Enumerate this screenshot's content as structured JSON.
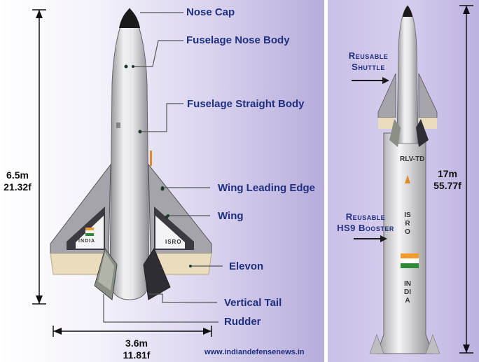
{
  "labels": {
    "nose_cap": "Nose Cap",
    "fuselage_nose_body": "Fuselage Nose Body",
    "fuselage_straight_body": "Fuselage Straight Body",
    "wing_leading_edge": "Wing Leading Edge",
    "wing": "Wing",
    "elevon": "Elevon",
    "vertical_tail": "Vertical Tail",
    "rudder": "Rudder"
  },
  "dimensions": {
    "shuttle_height_m": "6.5m",
    "shuttle_height_f": "21.32f",
    "shuttle_width_m": "3.6m",
    "shuttle_width_f": "11.81f",
    "stack_height_m": "17m",
    "stack_height_f": "55.77f"
  },
  "stack_labels": {
    "reusable_1": "Reusable",
    "shuttle": "Shuttle",
    "reusable_2": "Reusable",
    "booster": "HS9 Booster"
  },
  "markings": {
    "wing_left": "INDIA",
    "wing_right": "ISRO",
    "rlv": "RLV-TD",
    "isro_vertical": "ISRO",
    "india_vertical": "INDIA"
  },
  "website": "www.indiandefensenews.in",
  "colors": {
    "label_blue": "#1f2f80",
    "fuselage": "#d8d8dc",
    "nose_cap": "#1a1a1a",
    "wing_gray": "#9a9a9f",
    "elevon": "#e9ddbd"
  }
}
